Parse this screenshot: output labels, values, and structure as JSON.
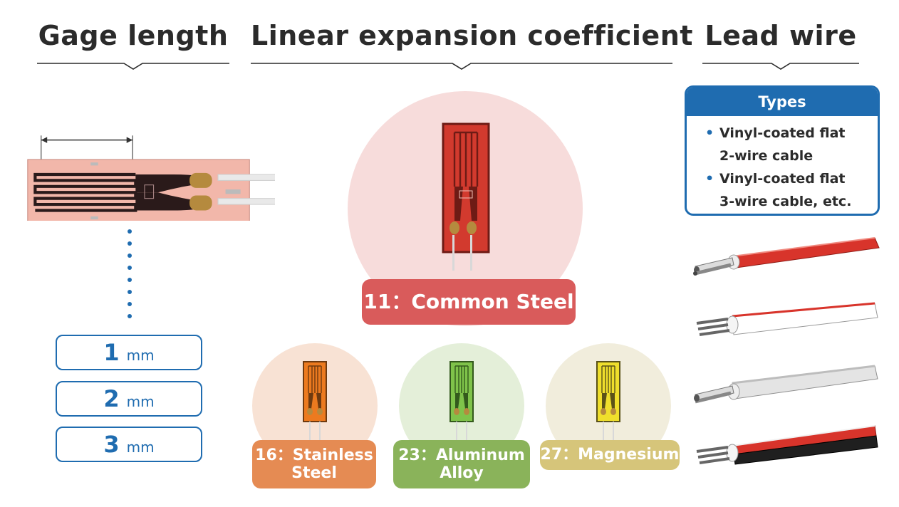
{
  "headings": {
    "gage_length": "Gage length",
    "linear_expansion": "Linear expansion coefficient",
    "lead_wire": "Lead wire"
  },
  "gage_lengths": [
    {
      "value": "1",
      "unit": "mm"
    },
    {
      "value": "2",
      "unit": "mm"
    },
    {
      "value": "3",
      "unit": "mm"
    }
  ],
  "coefficients": {
    "main": {
      "line1": "11：Common Steel",
      "line2": "",
      "color": "#d95b5b",
      "circle_color": "#f7dcdb",
      "gauge_color": "#d23a2e"
    },
    "items": [
      {
        "line1": "16：Stainless",
        "line2": "Steel",
        "color": "#e58b53",
        "circle_color": "#f8e2d4",
        "gauge_color": "#ec7a1f"
      },
      {
        "line1": "23：Aluminum",
        "line2": "Alloy",
        "color": "#8ab35a",
        "circle_color": "#e4efd9",
        "gauge_color": "#7fc34a"
      },
      {
        "line1": "27：Magnesium",
        "line2": "",
        "color": "#d6c57a",
        "circle_color": "#f1eddc",
        "gauge_color": "#efdf2c"
      }
    ]
  },
  "types_box": {
    "title": "Types",
    "items": [
      {
        "line1": "Vinyl-coated flat",
        "line2": "2-wire cable"
      },
      {
        "line1": "Vinyl-coated flat",
        "line2": "3-wire cable, etc."
      }
    ],
    "accent": "#1f6cb0"
  },
  "cables": [
    {
      "kind": "red-2-wire"
    },
    {
      "kind": "white-3-wire-red-stripe"
    },
    {
      "kind": "gray-2-wire"
    },
    {
      "kind": "red-black-3-wire"
    }
  ]
}
